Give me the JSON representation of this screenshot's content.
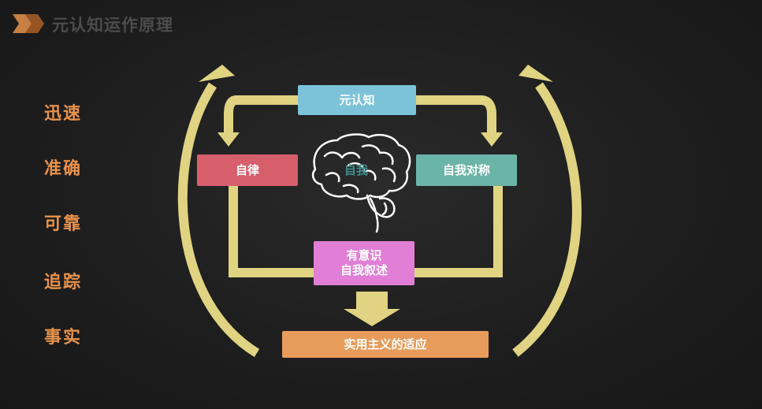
{
  "title": "元认知运作原理",
  "side_list": [
    "迅速",
    "准确",
    "可靠",
    "追踪",
    "事实"
  ],
  "boxes": {
    "top": "元认知",
    "left": "自律",
    "right": "自我对称",
    "middle_line1": "有意识",
    "middle_line2": "自我叙述",
    "bottom": "实用主义的适应"
  },
  "brain_label": "自我",
  "colors": {
    "background": "#1e1e1e",
    "side_text": "#e8924b",
    "arrow_yellow": "#f1e38a",
    "top_box": "#7cc3d9",
    "left_box": "#d75f6c",
    "right_box": "#6bb4a8",
    "middle_box": "#e17fd6",
    "bottom_box": "#e79c5b"
  },
  "icons": [
    "title-chevron-icon",
    "brain-icon"
  ]
}
